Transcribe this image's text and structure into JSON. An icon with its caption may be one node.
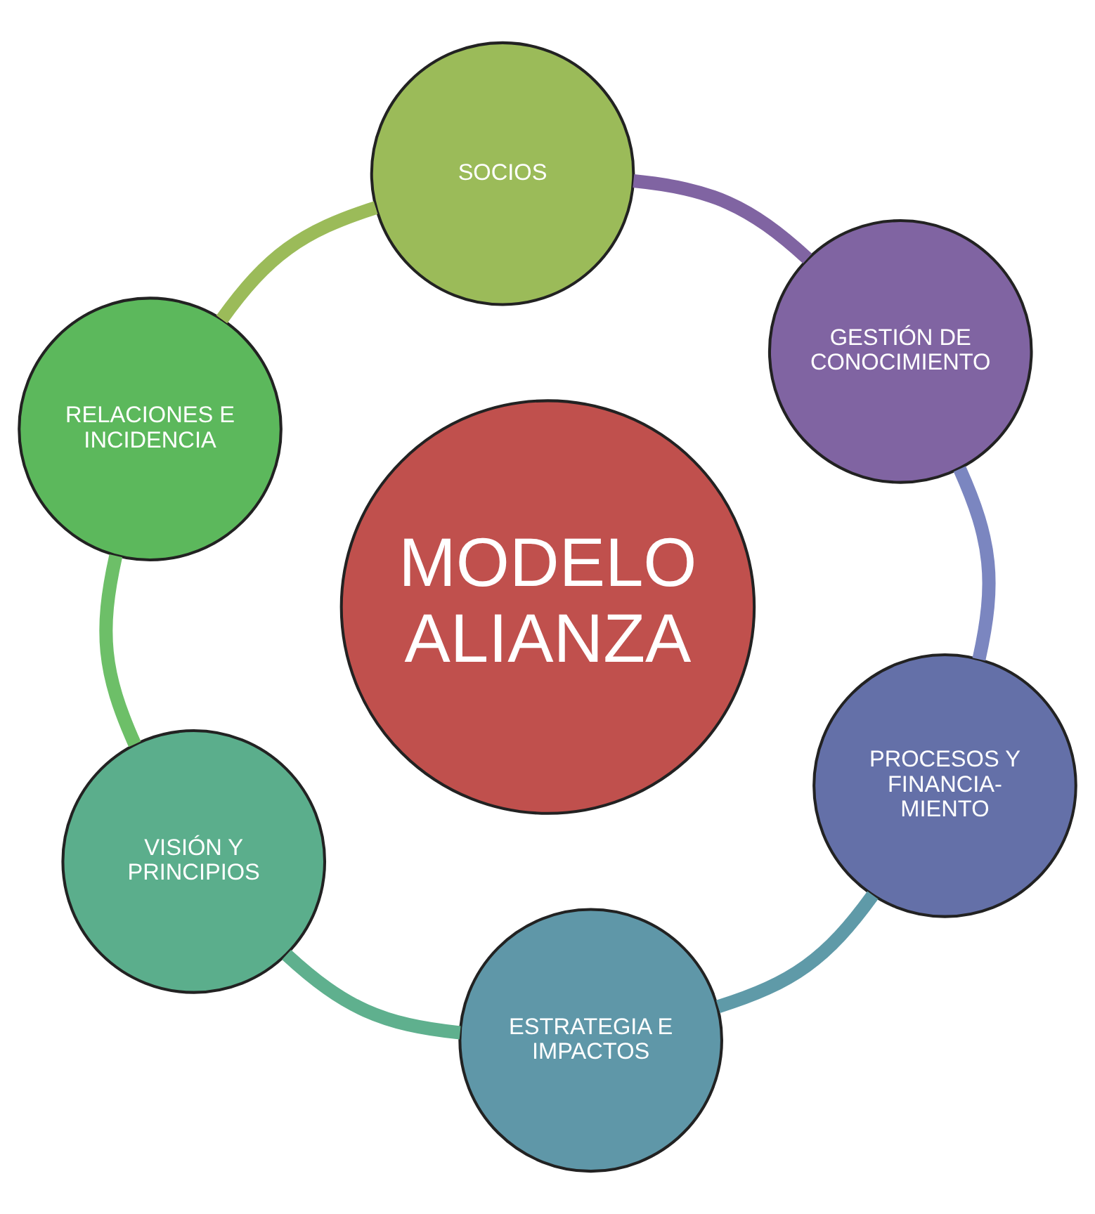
{
  "diagram": {
    "nodes": [
      {
        "text": [
          "SOCIOS"
        ]
      },
      {
        "text": [
          "GESTIÓN DE CONOCIMIENTO"
        ]
      },
      {
        "text": [
          "RELACIONES E INCIDENCIA"
        ]
      },
      {
        "text": [
          "MODELO ALIANZA"
        ]
      },
      {
        "text": [
          "PROCESOS Y FINANCIA- MIENTO"
        ]
      },
      {
        "text": [
          "VISIÓN Y PRINCIPIOS"
        ]
      },
      {
        "text": [
          "ESTRATEGIA E IMPACTOS"
        ]
      }
    ],
    "edges": [
      {
        "from": 0,
        "to": 2,
        "arrow": "none",
        "color": "#9bbb59"
      },
      {
        "from": 2,
        "to": 5,
        "arrow": "none",
        "color": "#6dbf68"
      },
      {
        "from": 5,
        "to": 6,
        "arrow": "none",
        "color": "#5fb08e"
      },
      {
        "from": 6,
        "to": 4,
        "arrow": "none",
        "color": "#5f9aa8"
      },
      {
        "from": 4,
        "to": 1,
        "arrow": "none",
        "color": "#7b86c0"
      },
      {
        "from": 1,
        "to": 0,
        "arrow": "none",
        "color": "#8064a2"
      }
    ]
  }
}
